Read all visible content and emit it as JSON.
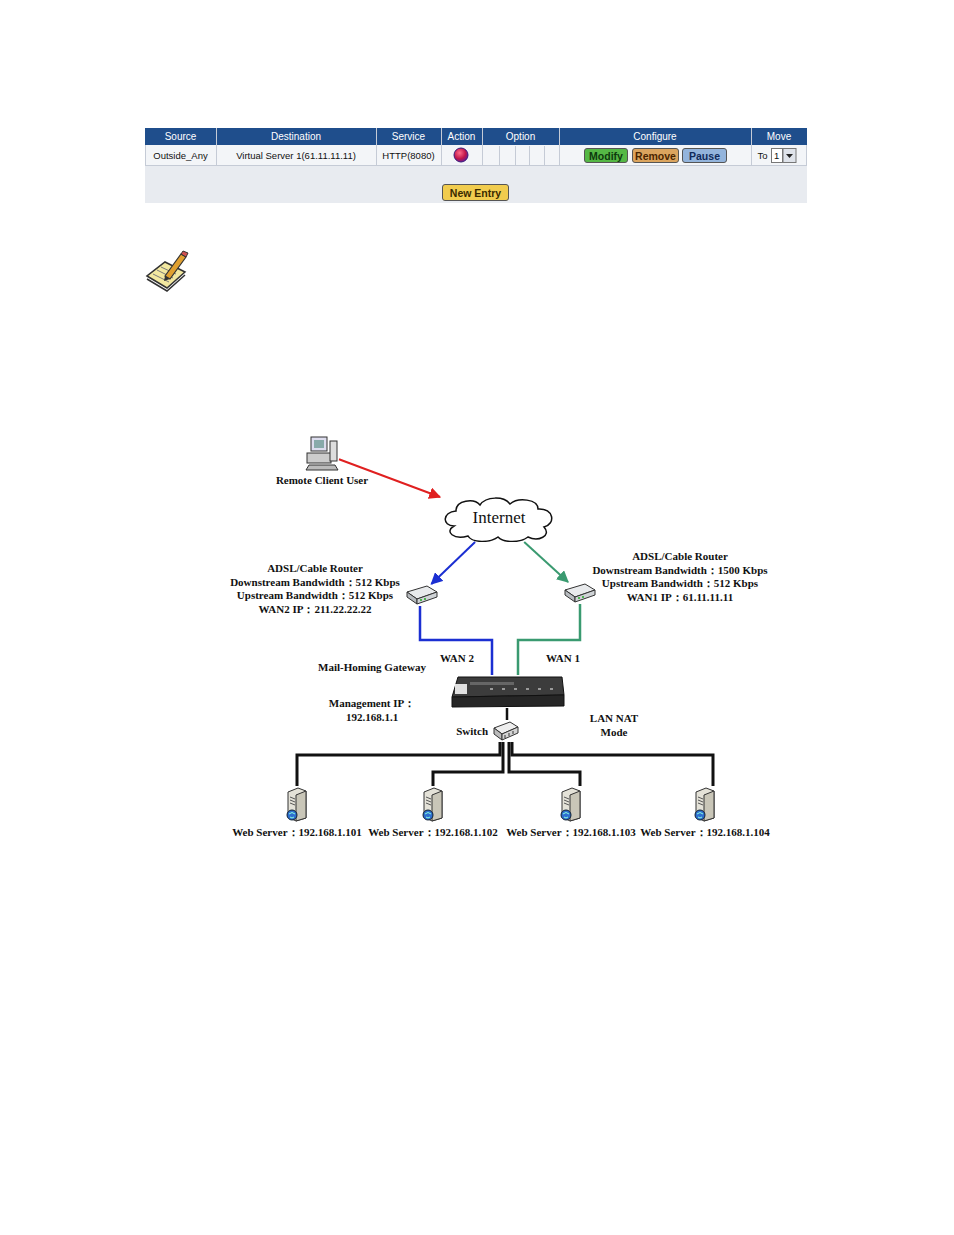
{
  "diagram": {
    "nodes": [
      {
        "text": [
          "Remote Client User"
        ]
      },
      {
        "text": [
          "Internet"
        ]
      },
      {
        "text": [
          "ADSL/Cable Router",
          "Downstream Bandwidth：512 Kbps",
          "Upstream Bandwidth：512 Kbps",
          "WAN2 IP：211.22.22.22"
        ]
      },
      {
        "text": [
          "ADSL/Cable Router",
          "Downstream Bandwidth：1500 Kbps",
          "Upstream Bandwidth：512 Kbps",
          "WAN1 IP：61.11.11.11"
        ]
      },
      {
        "text": [
          "Mail-Homing Gateway",
          "Management IP： 192.168.1.1"
        ]
      },
      {
        "text": [
          "Switch"
        ]
      },
      {
        "text": [
          "Web Server：192.168.1.101"
        ]
      },
      {
        "text": [
          "Web Server：192.168.1.102"
        ]
      },
      {
        "text": [
          "Web Server：192.168.1.103"
        ]
      },
      {
        "text": [
          "Web Server：192.168.1.104"
        ]
      }
    ],
    "edges": [
      {
        "from": 0,
        "to": 1,
        "arrow": "to"
      },
      {
        "from": 1,
        "to": 2,
        "arrow": "to"
      },
      {
        "from": 1,
        "to": 3,
        "arrow": "to"
      },
      {
        "from": 2,
        "to": 4,
        "label": "WAN 2",
        "arrow": "none"
      },
      {
        "from": 3,
        "to": 4,
        "label": "WAN 1",
        "arrow": "none"
      },
      {
        "from": 4,
        "to": 5,
        "arrow": "none"
      },
      {
        "from": 5,
        "to": 6,
        "arrow": "none"
      },
      {
        "from": 5,
        "to": 7,
        "arrow": "none"
      },
      {
        "from": 5,
        "to": 8,
        "arrow": "none"
      },
      {
        "from": 5,
        "to": 9,
        "arrow": "none"
      }
    ],
    "labels": [
      "Source",
      "Destination",
      "Service",
      "Action",
      "Option",
      "Configure",
      "Move",
      "Outside_Any",
      "Virtual Server 1(61.11.11.11)",
      "HTTP(8080)",
      "Modify",
      "Remove",
      "Pause",
      "To",
      "1",
      "New Entry",
      "LAN NAT Mode"
    ]
  }
}
